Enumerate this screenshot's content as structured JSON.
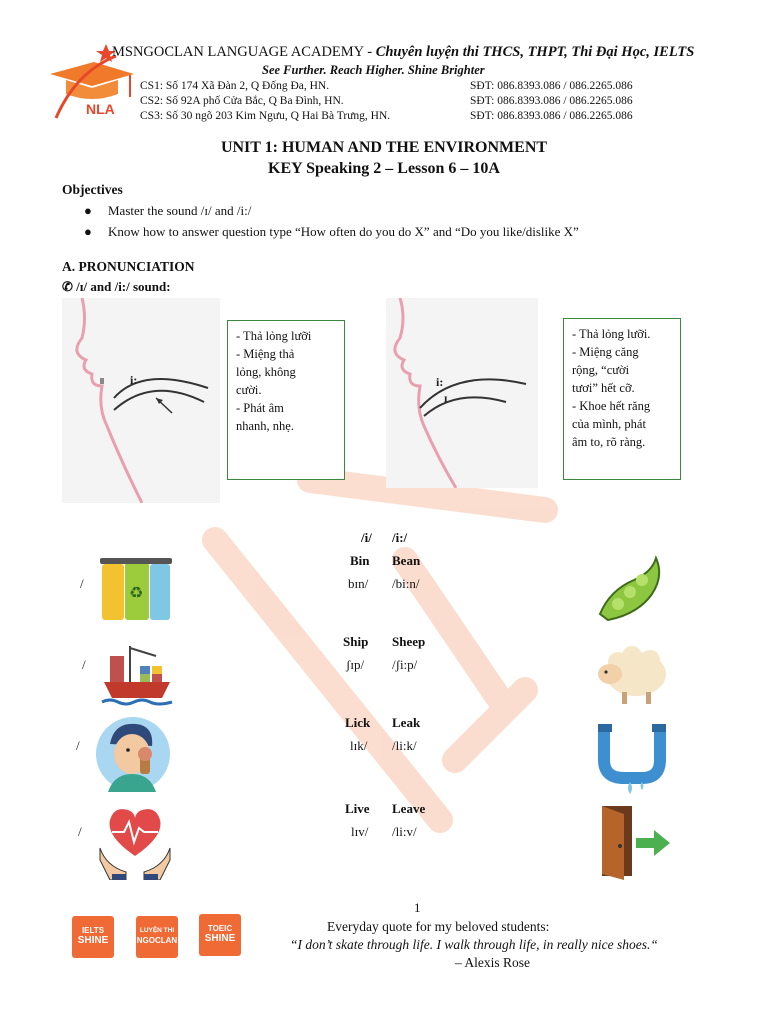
{
  "header": {
    "academy": "MSNGOCLAN LANGUAGE ACADEMY - ",
    "tagline": "Chuyên luyện thi THCS, THPT, Thi Đại Học, IELTS",
    "slogan": "See Further. Reach Higher. Shine Brighter",
    "logo_text": "NLA",
    "campuses": [
      {
        "addr": "CS1: Số 174 Xã Đàn 2, Q Đống Đa, HN.",
        "phone": "SĐT: 086.8393.086 / 086.2265.086"
      },
      {
        "addr": "CS2: Số 92A phố Cửa Bắc, Q Ba Đình, HN.",
        "phone": "SĐT: 086.8393.086 / 086.2265.086"
      },
      {
        "addr": "CS3: Số 30 ngõ 203 Kim Ngưu, Q Hai Bà Trưng, HN.",
        "phone": "SĐT: 086.8393.086 / 086.2265.086"
      }
    ],
    "brand_color": "#e8472b"
  },
  "unit_title": "UNIT 1: HUMAN AND THE ENVIRONMENT",
  "lesson_title": "KEY Speaking 2 – Lesson  6 – 10A",
  "objectives": {
    "heading": "Objectives",
    "items": [
      "Master the sound /ɪ/ and /i:/",
      "Know how to answer question type “How often do you do X” and “Do you like/dislike X”"
    ]
  },
  "pronunciation": {
    "heading": "A. PRONUNCIATION",
    "subheading": "/ɪ/ and /i:/ sound:",
    "short_label": "ɪ",
    "long_label": "i:",
    "short_note": [
      "- Thả lỏng lưỡi",
      "- Miệng thả",
      "lỏng, không",
      "cười.",
      "- Phát âm",
      "nhanh, nhẹ."
    ],
    "long_note": [
      "- Thả lỏng lưỡi.",
      "- Miệng căng",
      "rộng, “cười",
      "tươi” hết cỡ.",
      "- Khoe hết răng",
      "của mình, phát",
      "âm to, rõ ràng."
    ]
  },
  "pairs": {
    "head_short": "/i/",
    "head_long": "/i:/",
    "rows": [
      {
        "short_word": "Bin",
        "long_word": "Bean",
        "short_ipa": "bɪn/",
        "long_ipa": "/bi:n/",
        "left_icon": "recycle-bins-icon",
        "right_icon": "soybean-icon"
      },
      {
        "short_word": "Ship",
        "long_word": "Sheep",
        "short_ipa": "ʃɪp/",
        "long_ipa": "/ʃi:p/",
        "left_icon": "cargo-ship-icon",
        "right_icon": "sheep-icon"
      },
      {
        "short_word": "Lick",
        "long_word": "Leak",
        "short_ipa": "lɪk/",
        "long_ipa": "/li:k/",
        "left_icon": "ice-cream-lick-icon",
        "right_icon": "leaking-pipe-icon"
      },
      {
        "short_word": "Live",
        "long_word": "Leave",
        "short_ipa": "lɪv/",
        "long_ipa": "/li:v/",
        "left_icon": "heart-in-hands-icon",
        "right_icon": "exit-door-icon"
      }
    ]
  },
  "footer": {
    "page_number": "1",
    "quote_intro": "Everyday quote for my beloved students:",
    "quote": "“I don’t skate through life. I walk through life, in really nice shoes.“",
    "author": "– Alexis Rose",
    "logos": [
      {
        "line1": "IELTS",
        "line2": "SHINE"
      },
      {
        "line1": "LUYỆN THI",
        "line2": "NGOCLAN"
      },
      {
        "line1": "TOEIC",
        "line2": "SHINE"
      }
    ]
  }
}
